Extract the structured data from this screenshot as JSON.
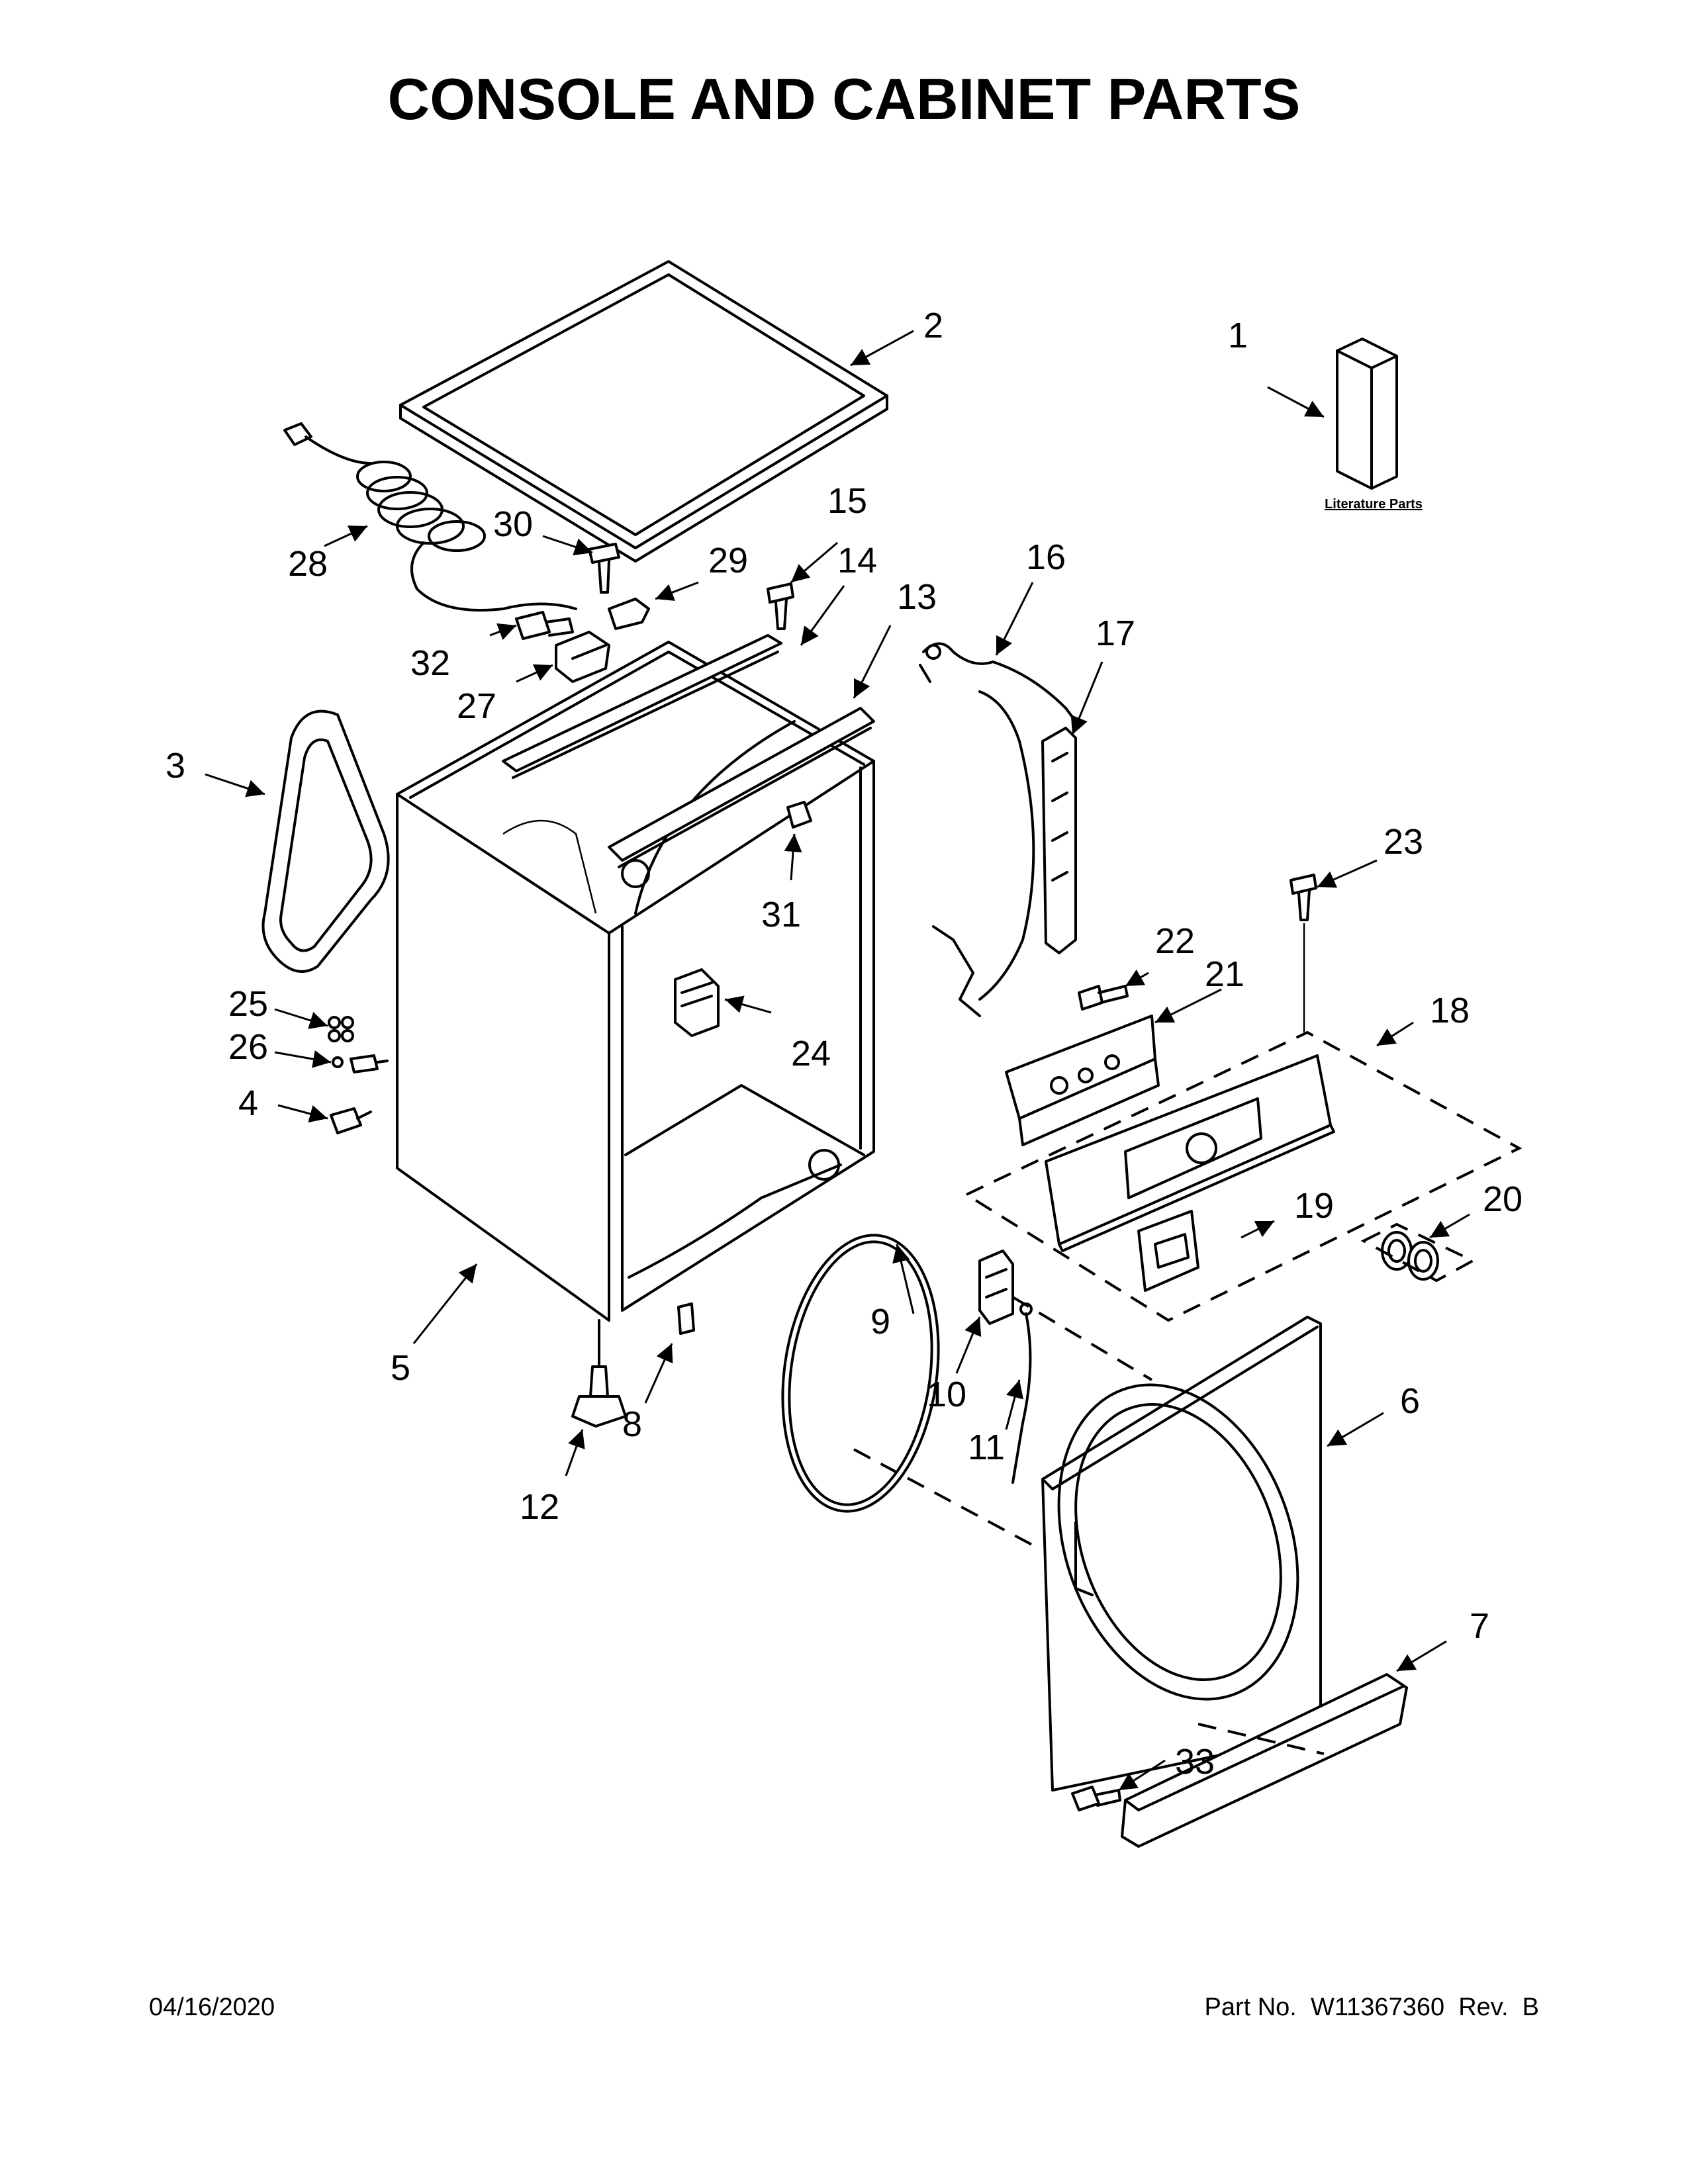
{
  "title": "CONSOLE AND CABINET PARTS",
  "literature_label": "Literature Parts",
  "footer": {
    "date": "04/16/2020",
    "part_number": "Part No.  W11367360  Rev.  B"
  },
  "callouts": [
    "1",
    "2",
    "3",
    "4",
    "5",
    "6",
    "7",
    "8",
    "9",
    "10",
    "11",
    "12",
    "13",
    "14",
    "15",
    "16",
    "17",
    "18",
    "19",
    "20",
    "21",
    "22",
    "23",
    "24",
    "25",
    "26",
    "27",
    "28",
    "29",
    "30",
    "31",
    "32",
    "33"
  ]
}
